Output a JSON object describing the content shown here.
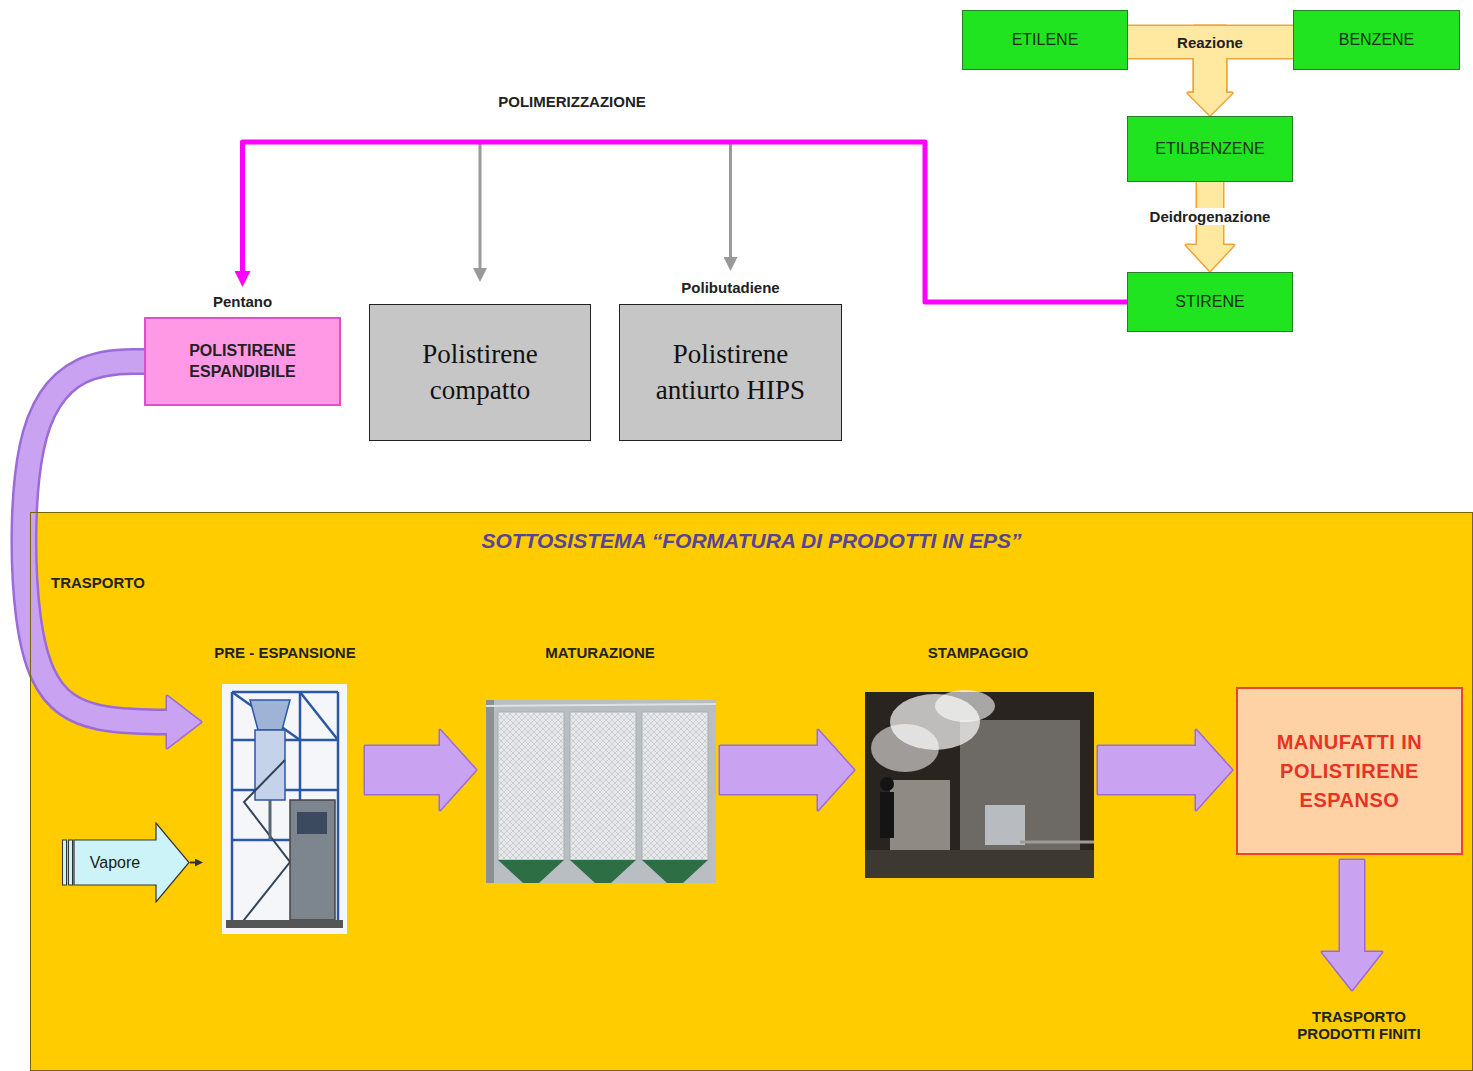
{
  "diagram": {
    "nodes": [
      {
        "text": [
          "ETILENE"
        ]
      },
      {
        "text": [
          "BENZENE"
        ]
      },
      {
        "text": [
          "ETILBENZENE"
        ]
      },
      {
        "text": [
          "STIRENE"
        ]
      },
      {
        "text": [
          "Pentano",
          "POLISTIRENE ESPANDIBILE"
        ]
      },
      {
        "text": [
          "Polistirene compatto"
        ]
      },
      {
        "text": [
          "Polibutadiene",
          "Polistirene antiurto HIPS"
        ]
      },
      {
        "text": [
          "SOTTOSISTEMA “FORMATURA DI PRODOTTI IN EPS”"
        ]
      },
      {
        "text": [
          "Vapore"
        ],
        "in": 7
      },
      {
        "text": [
          "PRE - ESPANSIONE"
        ],
        "in": 7
      },
      {
        "text": [
          "MATURAZIONE"
        ],
        "in": 7
      },
      {
        "text": [
          "STAMPAGGIO"
        ],
        "in": 7
      },
      {
        "text": [
          "MANUFATTI IN POLISTIRENE ESPANSO"
        ],
        "in": 7
      }
    ],
    "edges": [
      {
        "from": 0,
        "to": 2,
        "arrow": "to"
      },
      {
        "from": 1,
        "to": 2,
        "arrow": "to"
      },
      {
        "from": 2,
        "to": 3,
        "label": "Deidrogenazione",
        "arrow": "to"
      },
      {
        "from": 3,
        "to": 4,
        "label": "POLIMERIZZAZIONE",
        "arrow": "to"
      },
      {
        "from": 3,
        "to": 5,
        "arrow": "to"
      },
      {
        "from": 3,
        "to": 6,
        "arrow": "to"
      },
      {
        "from": 4,
        "to": 9,
        "label": "TRASPORTO",
        "arrow": "to"
      },
      {
        "from": 8,
        "to": 9,
        "arrow": "to"
      },
      {
        "from": 9,
        "to": 10,
        "arrow": "to"
      },
      {
        "from": 10,
        "to": 11,
        "arrow": "to"
      },
      {
        "from": 11,
        "to": 12,
        "arrow": "to"
      }
    ],
    "labels": [
      "Reazione",
      "TRASPORTO PRODOTTI FINITI"
    ]
  }
}
